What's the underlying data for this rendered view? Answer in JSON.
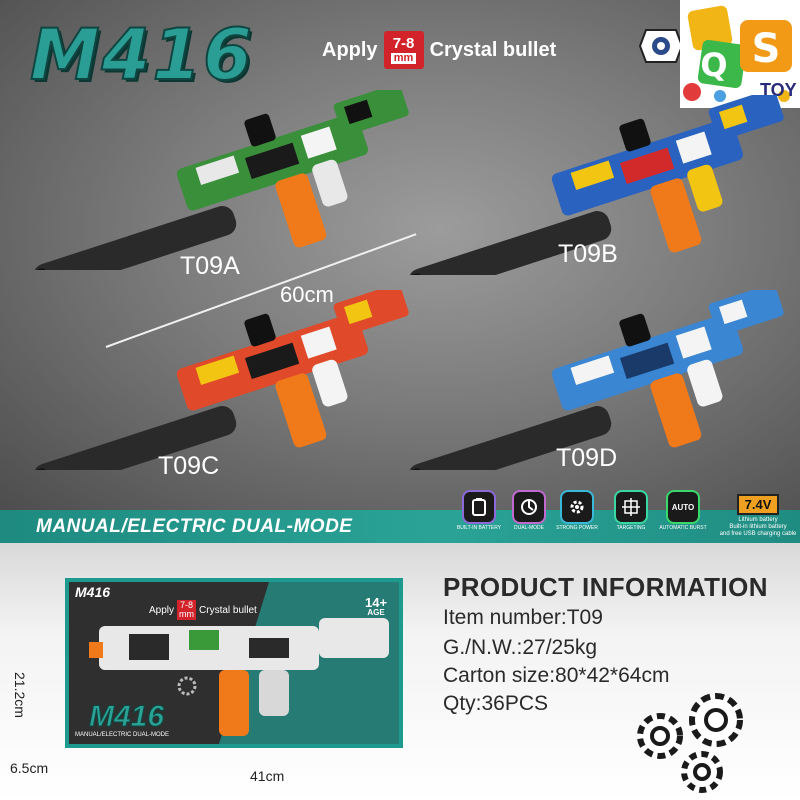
{
  "header": {
    "title": "M416",
    "apply_prefix": "Apply",
    "caliber_top": "7-8",
    "caliber_bottom": "mm",
    "apply_suffix": "Crystal bullet",
    "logo_text": "TOY"
  },
  "variants": [
    {
      "model": "T09A",
      "pattern": "green-black-white graffiti"
    },
    {
      "model": "T09B",
      "pattern": "blue-yellow-red graffiti"
    },
    {
      "model": "T09C",
      "pattern": "red-orange-yellow graffiti"
    },
    {
      "model": "T09D",
      "pattern": "blue-white camo"
    }
  ],
  "length_label": "60cm",
  "mode_banner": "MANUAL/ELECTRIC   DUAL-MODE",
  "features": [
    {
      "icon": "battery-icon",
      "label": "BUILT-IN BATTERY"
    },
    {
      "icon": "dual-mode-icon",
      "label": "DUAL-MODE"
    },
    {
      "icon": "gear-icon",
      "label": "STRONG POWER"
    },
    {
      "icon": "crosshair-icon",
      "label": "TARGETING"
    },
    {
      "icon": "auto-icon",
      "label": "AUTOMATIC BURST",
      "text": "AUTO"
    }
  ],
  "battery": {
    "voltage": "7.4V",
    "line1": "Lithium battery",
    "line2": "Built-in lithium battery",
    "line3": "and free USB charging cable"
  },
  "package": {
    "box_title": "M416",
    "box_apply": "Apply",
    "box_caliber": "7-8",
    "box_caliber_unit": "mm",
    "box_bullet": "Crystal bullet",
    "box_age_top": "14+",
    "box_age_bottom": "AGE",
    "box_modes": "MANUAL/ELECTRIC   DUAL-MODE",
    "height": "21.2cm",
    "depth": "6.5cm",
    "width": "41cm"
  },
  "product_info": {
    "title": "PRODUCT INFORMATION",
    "item_number": "Item number:T09",
    "weight": "G./N.W.:27/25kg",
    "carton": "Carton size:80*42*64cm",
    "qty": "Qty:36PCS"
  },
  "colors": {
    "accent_teal": "#2a9d94",
    "magazine_orange": "#f07a1a",
    "badge_red": "#d2232a"
  }
}
